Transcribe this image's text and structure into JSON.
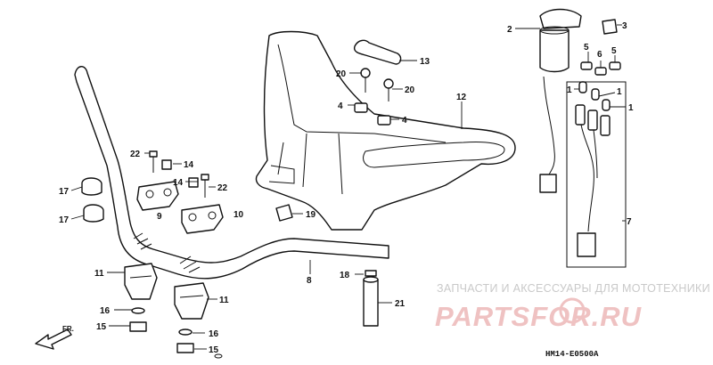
{
  "diagram": {
    "labels": {
      "p1a": "1",
      "p1b": "1",
      "p1c": "1",
      "p2": "2",
      "p3": "3",
      "p4a": "4",
      "p4b": "4",
      "p5a": "5",
      "p5b": "5",
      "p6": "6",
      "p7": "7",
      "p8": "8",
      "p9": "9",
      "p10": "10",
      "p11a": "11",
      "p11b": "11",
      "p12": "12",
      "p13": "13",
      "p14a": "14",
      "p14b": "14",
      "p15a": "15",
      "p15b": "15",
      "p16a": "16",
      "p16b": "16",
      "p17a": "17",
      "p17b": "17",
      "p18": "18",
      "p19": "19",
      "p20a": "20",
      "p20b": "20",
      "p21": "21",
      "p22a": "22",
      "p22b": "22"
    },
    "direction_label": "FR.",
    "figure_code": "HM14-E0500A"
  },
  "watermark": {
    "line1": "ЗАПЧАСТИ И АКСЕССУАРЫ ДЛЯ МОТОТЕХНИКИ",
    "logo": "PARTSFOR.RU"
  },
  "colors": {
    "line": "#111111",
    "watermark_text": "#c9c9c9",
    "logo": "#efc2c2"
  }
}
